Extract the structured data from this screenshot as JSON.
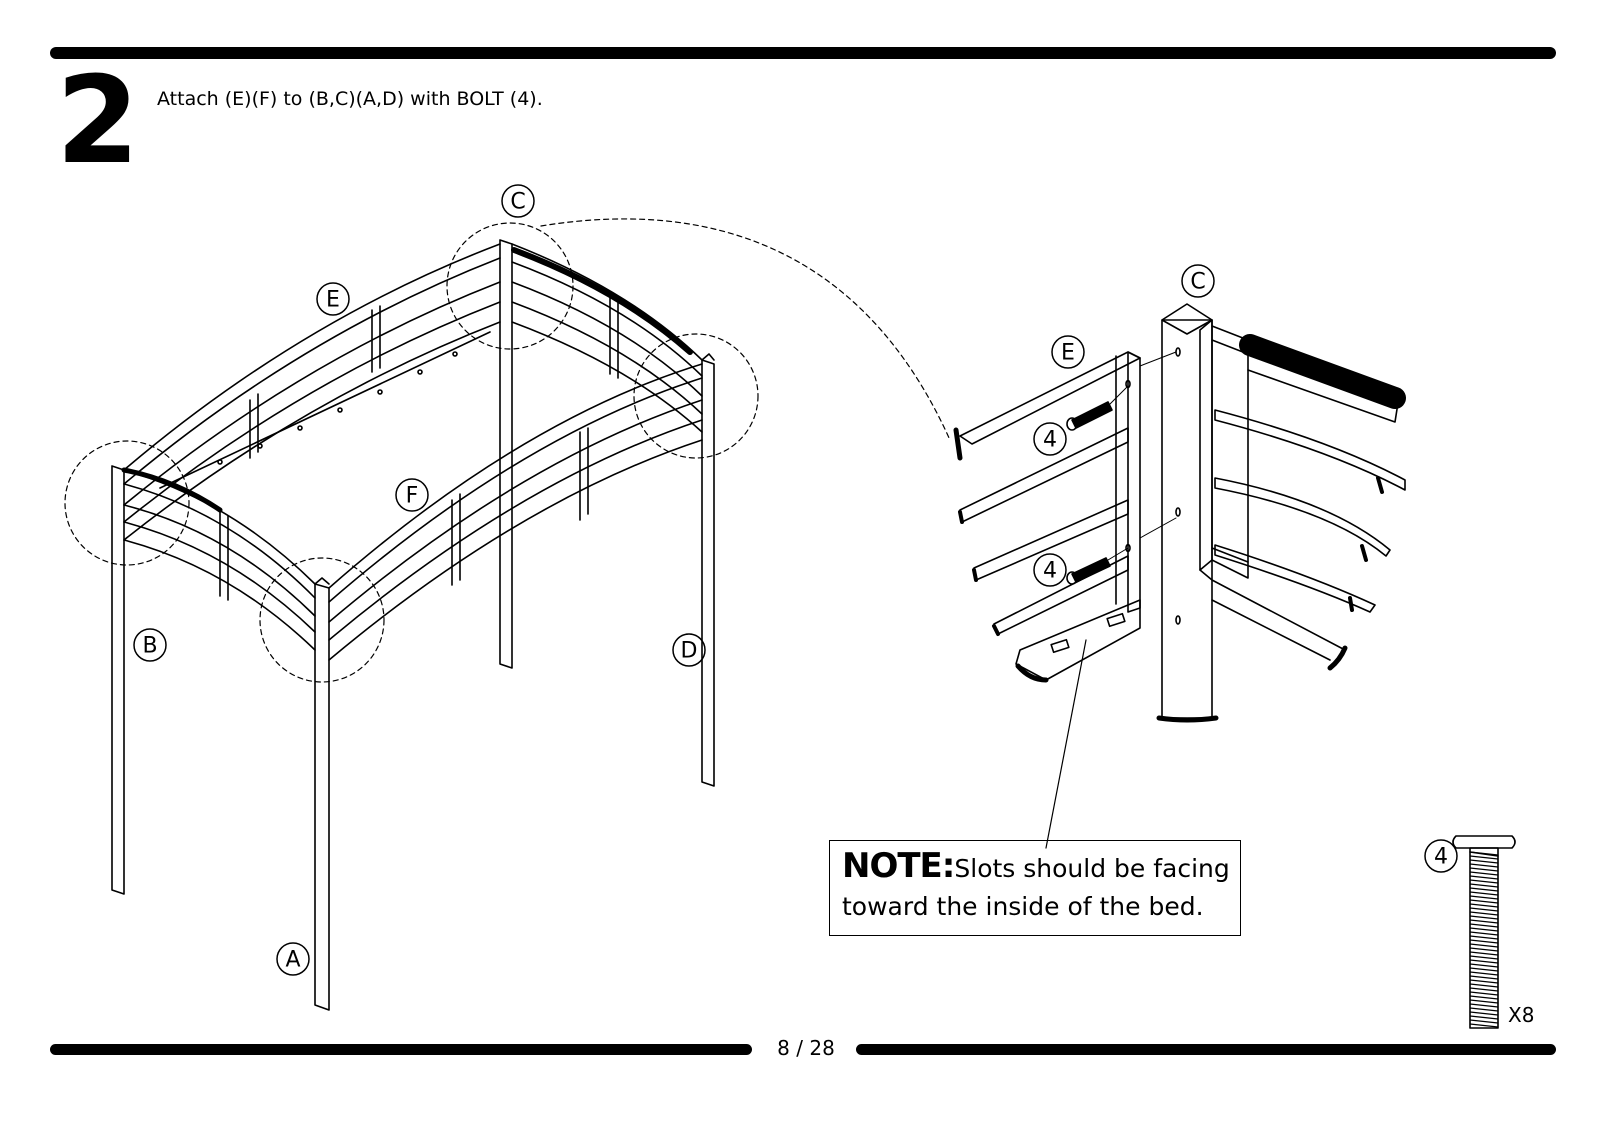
{
  "step": {
    "number": "2",
    "instruction": "Attach (E)(F) to (B,C)(A,D) with BOLT (4)."
  },
  "labels": {
    "C_main": "C",
    "E_main": "E",
    "F_main": "F",
    "B_main": "B",
    "D_main": "D",
    "A_main": "A",
    "C_detail": "C",
    "E_detail": "E",
    "bolt_upper": "4",
    "bolt_lower": "4",
    "bolt_part": "4"
  },
  "note": {
    "heading": "NOTE:",
    "text": "Slots should be facing toward the inside of the bed."
  },
  "hardware": {
    "quantity": "X8"
  },
  "page": {
    "number": "8 / 28"
  }
}
